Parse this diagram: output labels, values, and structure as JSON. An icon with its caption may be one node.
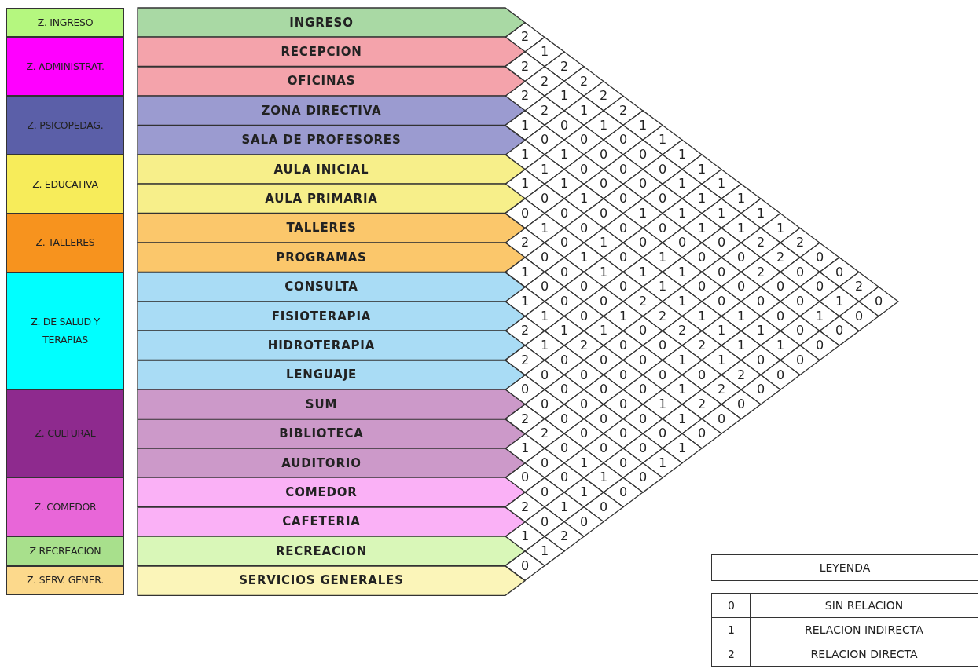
{
  "diagram": {
    "nodes": [
      {
        "text": [
          "Z. INGRESO"
        ]
      },
      {
        "text": [
          "INGRESO"
        ]
      },
      {
        "text": [
          "Z. ADMINISTRAT."
        ]
      },
      {
        "text": [
          "RECEPCION"
        ]
      },
      {
        "text": [
          "OFICINAS"
        ]
      },
      {
        "text": [
          "Z. PSICOPEDAG."
        ]
      },
      {
        "text": [
          "ZONA DIRECTIVA"
        ]
      },
      {
        "text": [
          "SALA DE PROFESORES"
        ]
      },
      {
        "text": [
          "Z. EDUCATIVA"
        ]
      },
      {
        "text": [
          "AULA INICIAL"
        ]
      },
      {
        "text": [
          "AULA PRIMARIA"
        ]
      },
      {
        "text": [
          "Z. TALLERES"
        ]
      },
      {
        "text": [
          "TALLERES"
        ]
      },
      {
        "text": [
          "PROGRAMAS"
        ]
      },
      {
        "text": [
          "Z. DE SALUD Y TERAPIAS"
        ]
      },
      {
        "text": [
          "CONSULTA"
        ]
      },
      {
        "text": [
          "FISIOTERAPIA"
        ]
      },
      {
        "text": [
          "HIDROTERAPIA"
        ]
      },
      {
        "text": [
          "LENGUAJE"
        ]
      },
      {
        "text": [
          "Z. CULTURAL"
        ]
      },
      {
        "text": [
          "SUM"
        ]
      },
      {
        "text": [
          "BIBLIOTECA"
        ]
      },
      {
        "text": [
          "AUDITORIO"
        ]
      },
      {
        "text": [
          "Z. COMEDOR"
        ]
      },
      {
        "text": [
          "COMEDOR"
        ]
      },
      {
        "text": [
          "CAFETERIA"
        ]
      },
      {
        "text": [
          "Z RECREACION"
        ]
      },
      {
        "text": [
          "RECREACION"
        ]
      },
      {
        "text": [
          "Z. SERV. GENER."
        ]
      },
      {
        "text": [
          "SERVICIOS GENERALES"
        ]
      }
    ],
    "labels": [
      "2",
      "1",
      "2",
      "2",
      "2",
      "2",
      "2",
      "1",
      "2",
      "2",
      "1",
      "2",
      "1",
      "0",
      "1",
      "1",
      "0",
      "0",
      "0",
      "1",
      "1",
      "1",
      "0",
      "0",
      "1",
      "1",
      "0",
      "0",
      "0",
      "1",
      "1",
      "1",
      "0",
      "0",
      "1",
      "1",
      "0",
      "1",
      "0",
      "0",
      "1",
      "1",
      "0",
      "0",
      "0",
      "1",
      "1",
      "1",
      "1",
      "1",
      "0",
      "0",
      "0",
      "1",
      "1",
      "1",
      "2",
      "0",
      "1",
      "0",
      "0",
      "0",
      "2",
      "2",
      "0",
      "1",
      "0",
      "1",
      "0",
      "0",
      "2",
      "0",
      "1",
      "0",
      "1",
      "1",
      "1",
      "0",
      "2",
      "0",
      "0",
      "0",
      "0",
      "0",
      "1",
      "0",
      "0",
      "0",
      "0",
      "2",
      "1",
      "0",
      "0",
      "2",
      "1",
      "0",
      "0",
      "0",
      "1",
      "0",
      "1",
      "0",
      "1",
      "2",
      "1",
      "1",
      "0",
      "1",
      "0",
      "2",
      "1",
      "1",
      "0",
      "2",
      "1",
      "1",
      "0",
      "0",
      "1",
      "2",
      "0",
      "0",
      "2",
      "1",
      "1",
      "0",
      "2",
      "0",
      "0",
      "0",
      "1",
      "1",
      "0",
      "0",
      "0",
      "0",
      "0",
      "0",
      "0",
      "2",
      "0",
      "0",
      "0",
      "0",
      "0",
      "1",
      "2",
      "0",
      "0",
      "0",
      "0",
      "1",
      "2",
      "0",
      "2",
      "0",
      "0",
      "0",
      "1",
      "0",
      "2",
      "0",
      "0",
      "0",
      "0",
      "1",
      "0",
      "0",
      "0",
      "1",
      "0",
      "1",
      "0",
      "1",
      "0",
      "0",
      "1",
      "0",
      "0",
      "1",
      "0",
      "2",
      "1",
      "0",
      "0",
      "0",
      "1",
      "2",
      "1",
      "0",
      "LEYENDA",
      "0",
      "SIN RELACION",
      "1",
      "RELACION INDIRECTA",
      "2",
      "RELACION DIRECTA"
    ]
  }
}
